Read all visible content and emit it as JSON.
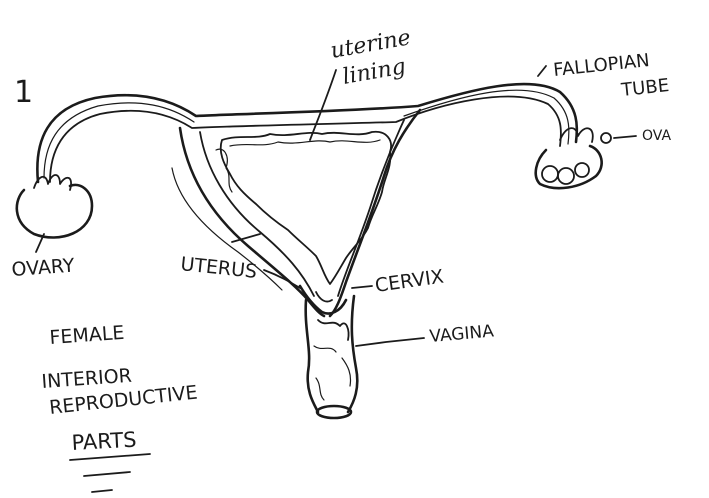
{
  "figure_number": "1",
  "labels": {
    "uterine_lining_line1": "uterine",
    "uterine_lining_line2": "lining",
    "fallopian_tube_line1": "FALLOPIAN",
    "fallopian_tube_line2": "TUBE",
    "ova": "OVA",
    "ovary": "OVARY",
    "uterus": "UTERUS",
    "cervix": "CERVIX",
    "vagina": "VAGINA"
  },
  "caption": {
    "line1": "FEMALE",
    "line2": "INTERIOR",
    "line3": "REPRODUCTIVE",
    "line4": "PARTS"
  },
  "colors": {
    "ink": "#1b1b1b",
    "paper": "#ffffff"
  }
}
